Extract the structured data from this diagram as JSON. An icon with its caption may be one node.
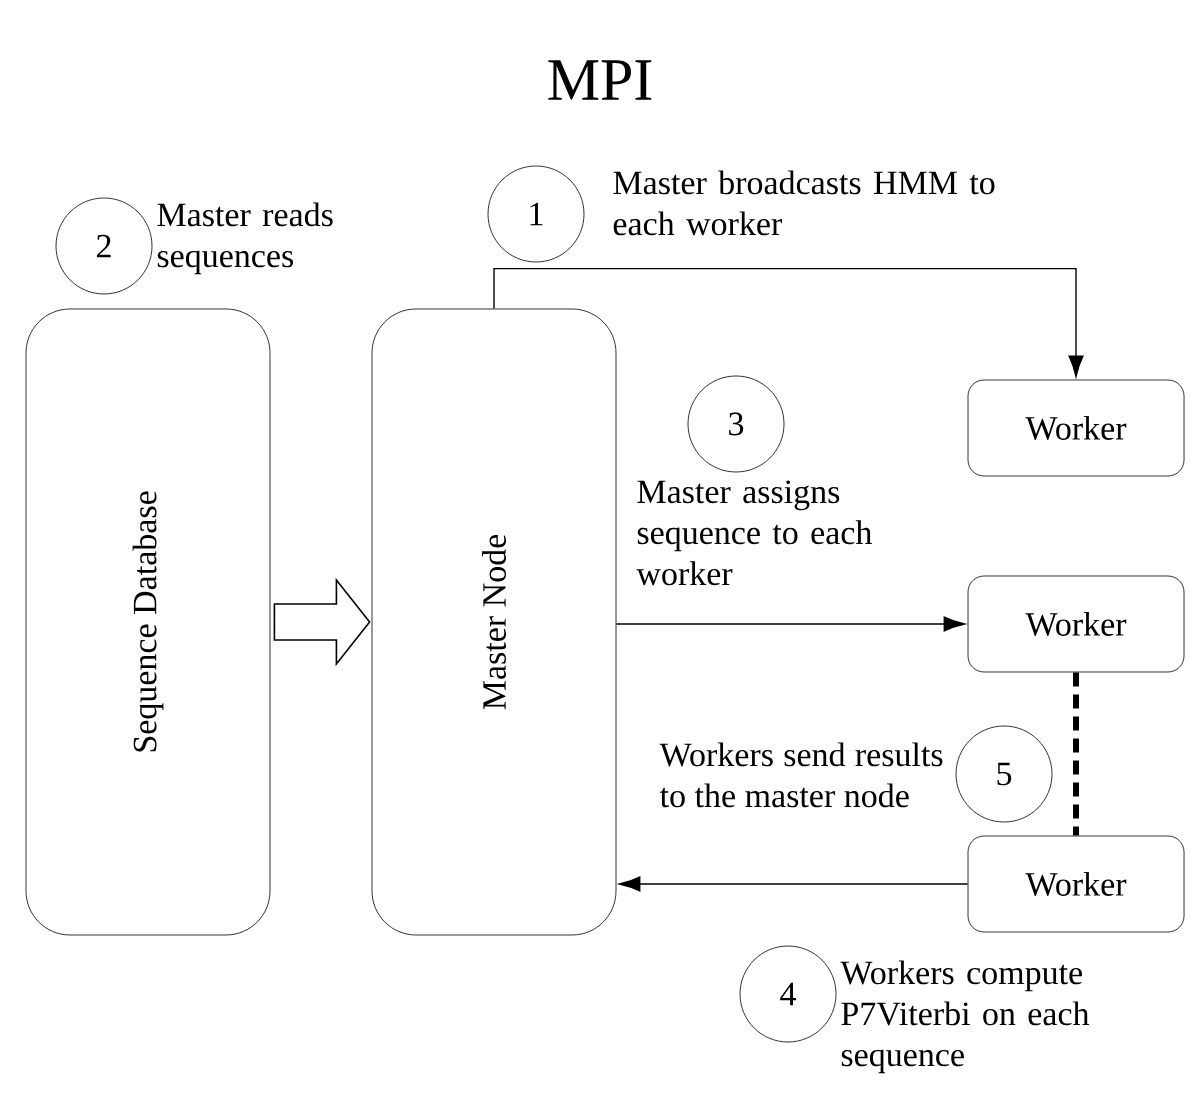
{
  "diagram": {
    "title": "MPI",
    "nodes": [
      {
        "text": [
          "Sequence Database"
        ]
      },
      {
        "text": [
          "Master Node"
        ]
      },
      {
        "text": [
          "Worker"
        ]
      },
      {
        "text": [
          "Worker"
        ]
      },
      {
        "text": [
          "Worker"
        ]
      },
      {
        "text": [
          "1"
        ],
        "beside": [
          "Master broadcasts HMM to each worker"
        ]
      },
      {
        "text": [
          "2"
        ],
        "beside": [
          "Master reads sequences"
        ]
      },
      {
        "text": [
          "3"
        ],
        "beside": [
          "Master assigns sequence to each worker"
        ]
      },
      {
        "text": [
          "4"
        ],
        "beside": [
          "Workers compute P7Viterbi on each sequence"
        ]
      },
      {
        "text": [
          "5"
        ],
        "beside": [
          "Workers send results to the master node"
        ]
      }
    ],
    "edges": [
      {
        "from": 0,
        "to": 1,
        "arrow": "to",
        "style": "thick"
      },
      {
        "from": 1,
        "to": 2,
        "arrow": "to"
      },
      {
        "from": 1,
        "to": 3,
        "arrow": "to"
      },
      {
        "from": 4,
        "to": 1,
        "arrow": "to"
      },
      {
        "from": 3,
        "to": 4,
        "arrow": "none",
        "style": "dashed"
      }
    ]
  }
}
